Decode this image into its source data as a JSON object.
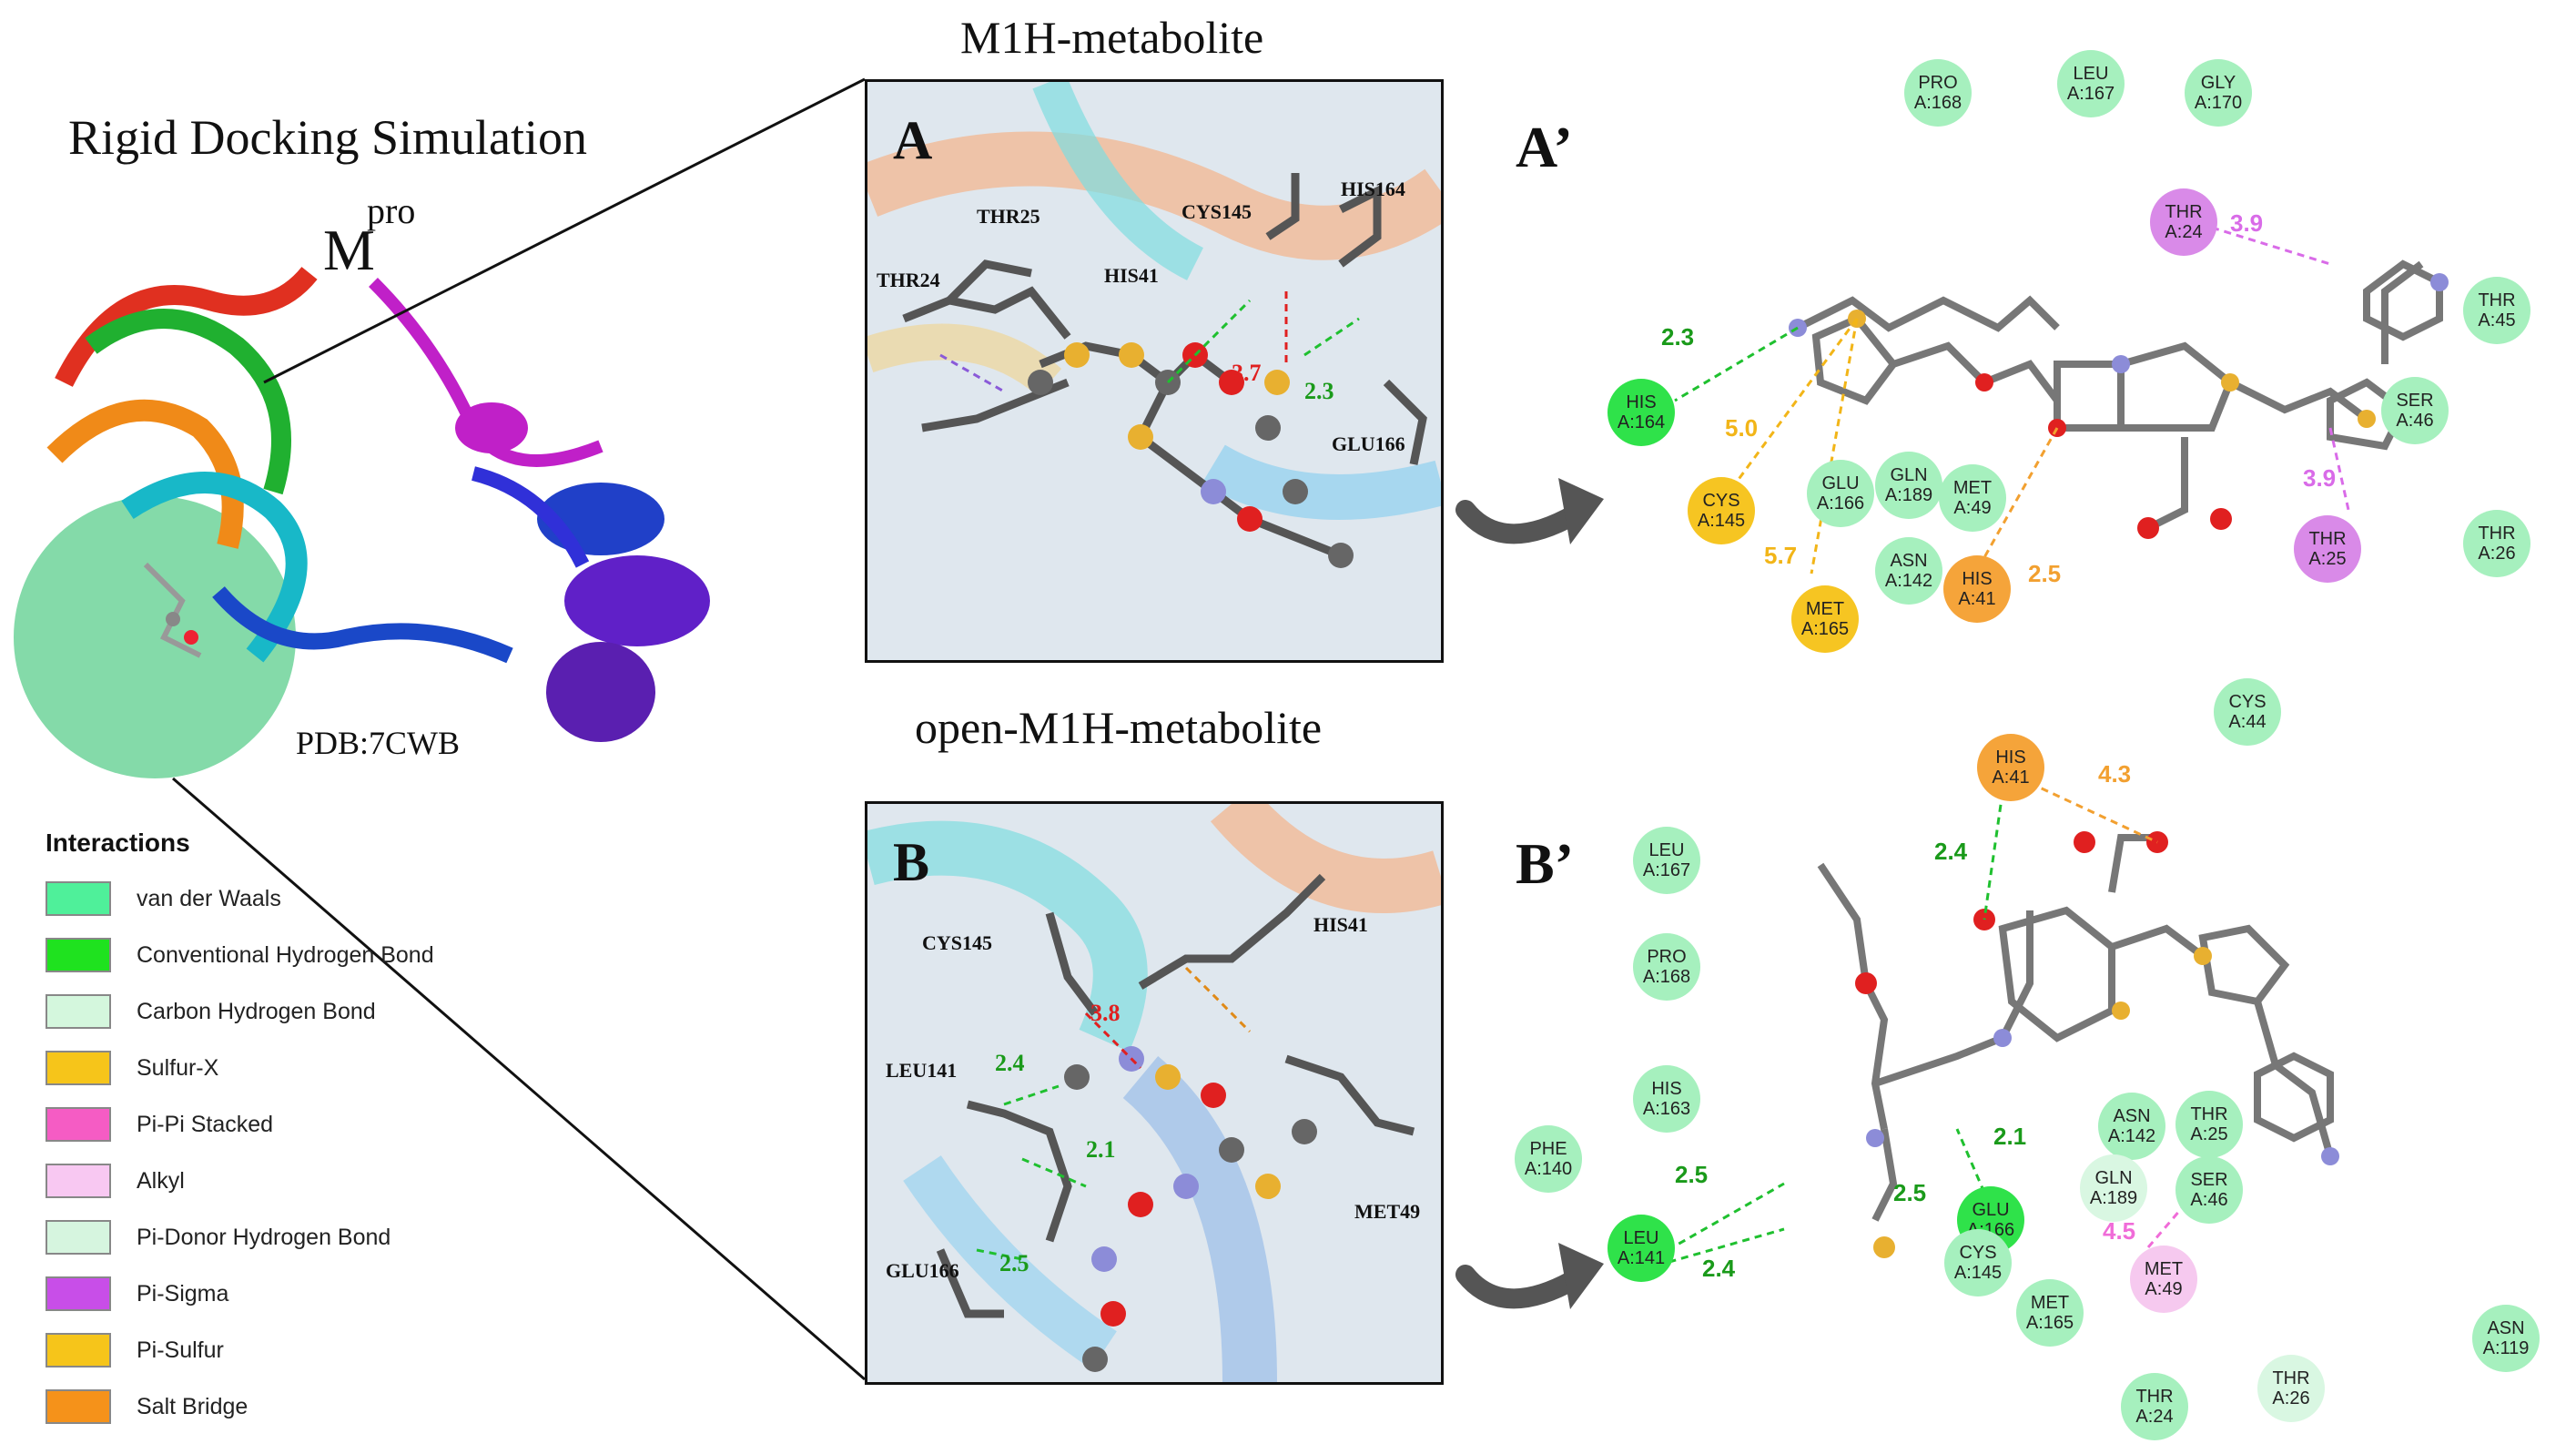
{
  "title": "Rigid Docking Simulation",
  "protein": {
    "label": "M",
    "superscript": "pro",
    "pdb": "PDB:7CWB"
  },
  "panel_a": {
    "heading": "M1H-metabolite",
    "letter": "A",
    "residues": [
      "THR25",
      "CYS145",
      "HIS164",
      "THR24",
      "HIS41",
      "GLU166"
    ],
    "distances": [
      "3.7",
      "2.3"
    ]
  },
  "panel_b": {
    "heading": "open-M1H-metabolite",
    "letter": "B",
    "residues": [
      "CYS145",
      "HIS41",
      "LEU141",
      "GLU166",
      "MET49"
    ],
    "distances": [
      "3.8",
      "2.4",
      "2.1",
      "2.5"
    ]
  },
  "map_a": {
    "letter": "A’",
    "residues": [
      {
        "name": "PRO",
        "chain": "A:168",
        "type": "vdw"
      },
      {
        "name": "LEU",
        "chain": "A:167",
        "type": "vdw"
      },
      {
        "name": "GLY",
        "chain": "A:170",
        "type": "vdw"
      },
      {
        "name": "THR",
        "chain": "A:24",
        "type": "sigma"
      },
      {
        "name": "THR",
        "chain": "A:45",
        "type": "vdw"
      },
      {
        "name": "SER",
        "chain": "A:46",
        "type": "vdw"
      },
      {
        "name": "THR",
        "chain": "A:26",
        "type": "vdw"
      },
      {
        "name": "THR",
        "chain": "A:25",
        "type": "sigma"
      },
      {
        "name": "HIS",
        "chain": "A:164",
        "type": "hb"
      },
      {
        "name": "CYS",
        "chain": "A:145",
        "type": "sul"
      },
      {
        "name": "GLU",
        "chain": "A:166",
        "type": "vdw"
      },
      {
        "name": "GLN",
        "chain": "A:189",
        "type": "vdw"
      },
      {
        "name": "MET",
        "chain": "A:49",
        "type": "vdw"
      },
      {
        "name": "ASN",
        "chain": "A:142",
        "type": "vdw"
      },
      {
        "name": "HIS",
        "chain": "A:41",
        "type": "salt"
      },
      {
        "name": "MET",
        "chain": "A:165",
        "type": "sul"
      }
    ],
    "distances": [
      "2.3",
      "5.0",
      "5.7",
      "2.5",
      "3.9",
      "3.9"
    ]
  },
  "map_b": {
    "letter": "B’",
    "residues": [
      {
        "name": "CYS",
        "chain": "A:44",
        "type": "vdw"
      },
      {
        "name": "HIS",
        "chain": "A:41",
        "type": "salt"
      },
      {
        "name": "LEU",
        "chain": "A:167",
        "type": "vdw"
      },
      {
        "name": "PRO",
        "chain": "A:168",
        "type": "vdw"
      },
      {
        "name": "HIS",
        "chain": "A:163",
        "type": "vdw"
      },
      {
        "name": "PHE",
        "chain": "A:140",
        "type": "vdw"
      },
      {
        "name": "LEU",
        "chain": "A:141",
        "type": "hb"
      },
      {
        "name": "GLU",
        "chain": "A:166",
        "type": "hb"
      },
      {
        "name": "CYS",
        "chain": "A:145",
        "type": "vdw"
      },
      {
        "name": "MET",
        "chain": "A:165",
        "type": "vdw"
      },
      {
        "name": "ASN",
        "chain": "A:142",
        "type": "vdw"
      },
      {
        "name": "THR",
        "chain": "A:25",
        "type": "vdw"
      },
      {
        "name": "GLN",
        "chain": "A:189",
        "type": "chb"
      },
      {
        "name": "SER",
        "chain": "A:46",
        "type": "vdw"
      },
      {
        "name": "MET",
        "chain": "A:49",
        "type": "alkyl"
      },
      {
        "name": "THR",
        "chain": "A:24",
        "type": "vdw"
      },
      {
        "name": "THR",
        "chain": "A:26",
        "type": "chb"
      },
      {
        "name": "ASN",
        "chain": "A:119",
        "type": "vdw"
      }
    ],
    "distances": [
      "4.3",
      "2.4",
      "2.1",
      "2.5",
      "2.5",
      "2.4",
      "4.5"
    ]
  },
  "legend": {
    "title": "Interactions",
    "items": [
      {
        "label": "van der Waals",
        "color": "#4ff09a"
      },
      {
        "label": "Conventional Hydrogen Bond",
        "color": "#1fe21f"
      },
      {
        "label": "Carbon Hydrogen Bond",
        "color": "#d4f7dd"
      },
      {
        "label": "Sulfur-X",
        "color": "#f6c51a"
      },
      {
        "label": "Pi-Pi Stacked",
        "color": "#f55cc4"
      },
      {
        "label": "Alkyl",
        "color": "#f8c8f2"
      },
      {
        "label": "Pi-Donor Hydrogen Bond",
        "color": "#d6f5df"
      },
      {
        "label": "Pi-Sigma",
        "color": "#c84ee8"
      },
      {
        "label": "Pi-Sulfur",
        "color": "#f6c51a"
      },
      {
        "label": "Salt Bridge",
        "color": "#f5921a"
      }
    ]
  }
}
